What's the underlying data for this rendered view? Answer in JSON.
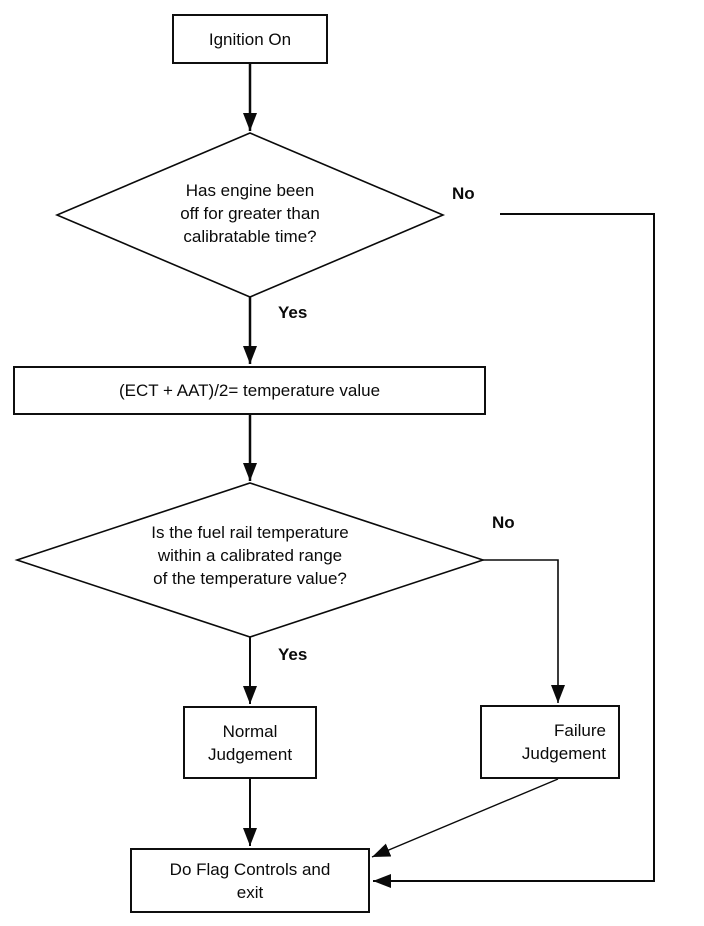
{
  "diagram": {
    "background": "#ffffff",
    "stroke_color": "#0a0a0a",
    "nodes": {
      "ignition_on": {
        "shape": "rectangle",
        "label": "Ignition On"
      },
      "engine_off_decision": {
        "shape": "diamond",
        "lines": [
          "Has engine been",
          "off for greater than",
          "calibratable time?"
        ]
      },
      "temperature_formula": {
        "shape": "rectangle",
        "label": "(ECT + AAT)/2= temperature value"
      },
      "fuel_rail_decision": {
        "shape": "diamond",
        "lines": [
          "Is the fuel rail temperature",
          "within a calibrated range",
          "of the temperature value?"
        ]
      },
      "normal_judgement": {
        "shape": "rectangle",
        "lines": [
          "Normal",
          "Judgement"
        ]
      },
      "failure_judgement": {
        "shape": "rectangle",
        "lines": [
          "Failure",
          "Judgement"
        ]
      },
      "do_flag_controls": {
        "shape": "rectangle",
        "lines": [
          "Do Flag Controls and",
          "exit"
        ]
      }
    },
    "edge_labels": {
      "engine_off_no": "No",
      "engine_off_yes": "Yes",
      "fuel_rail_no": "No",
      "fuel_rail_yes": "Yes"
    }
  }
}
